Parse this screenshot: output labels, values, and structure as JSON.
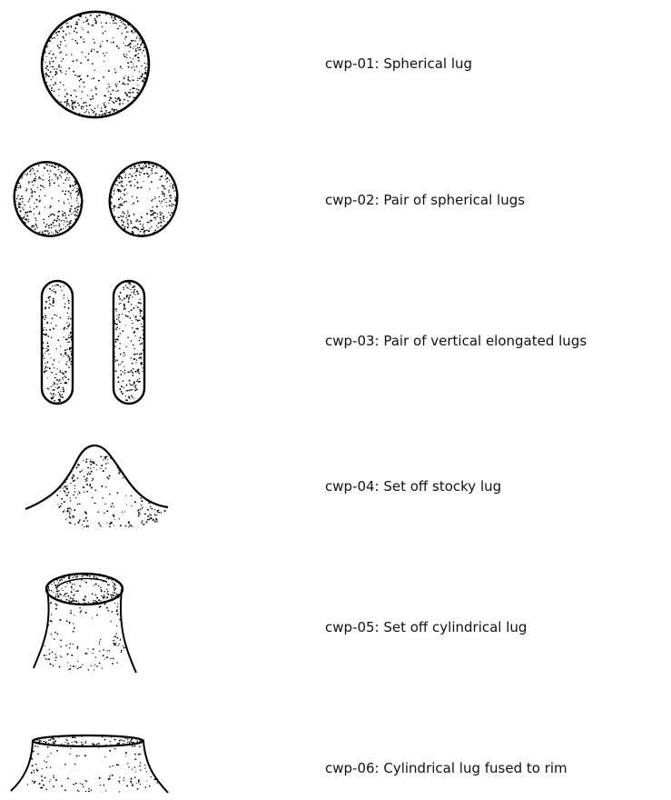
{
  "items": [
    {
      "code": "cwp-01",
      "label": "cwp-01: Spherical lug"
    },
    {
      "code": "cwp-02",
      "label": "cwp-02: Pair of spherical lugs"
    },
    {
      "code": "cwp-03",
      "label": "cwp-03: Pair of vertical elongated lugs"
    },
    {
      "code": "cwp-04",
      "label": "cwp-04: Set off stocky lug"
    },
    {
      "code": "cwp-05",
      "label": "cwp-05: Set off cylindrical lug"
    },
    {
      "code": "cwp-06",
      "label": "cwp-06: Cylindrical lug fused to rim"
    }
  ],
  "colors": {
    "ink": "#000000",
    "text": "#111111",
    "background": "#ffffff"
  }
}
